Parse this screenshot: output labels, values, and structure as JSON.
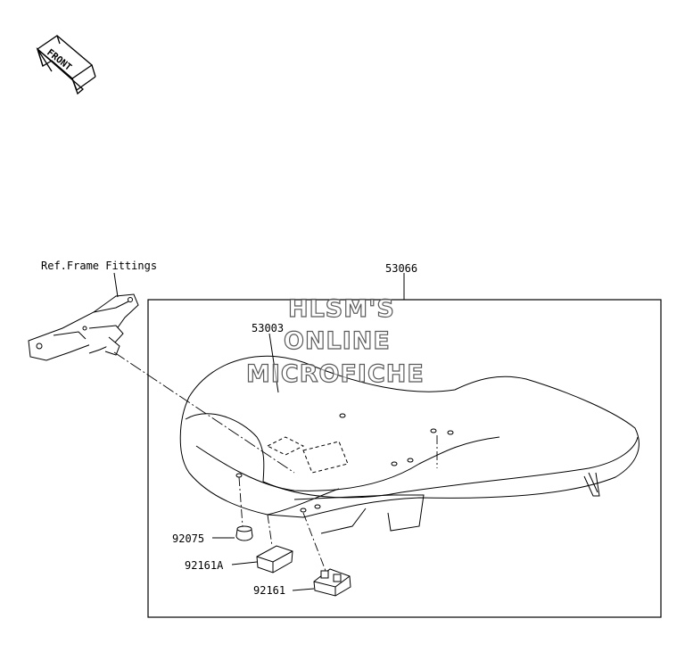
{
  "front_indicator": {
    "text": "FRONT"
  },
  "labels": {
    "ref_frame": "Ref.Frame Fittings",
    "seat_assembly": "53066",
    "seat_base": "53003",
    "damper": "92075",
    "cushion_a": "92161A",
    "cushion": "92161"
  },
  "watermark": {
    "line1": "HLSM'S",
    "line2": "ONLINE",
    "line3": "MICROFICHE"
  },
  "colors": {
    "line": "#000000",
    "background": "#ffffff",
    "watermark_outline": "#5a5a5a"
  }
}
